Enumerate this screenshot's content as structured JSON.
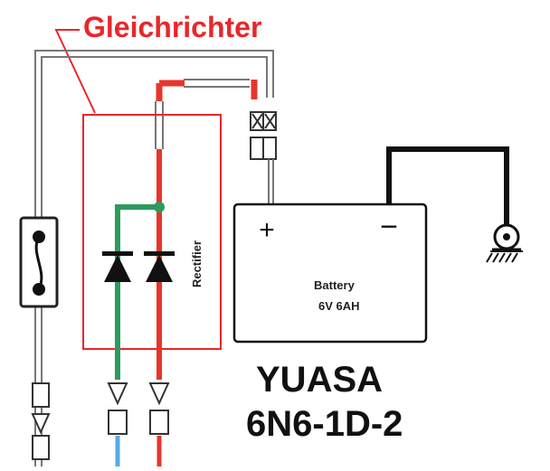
{
  "labels": {
    "annotation": "Gleichrichter",
    "rectifier": "Rectifier",
    "battery_line1": "Battery",
    "battery_line2": "6V 6AH",
    "plus": "+",
    "minus": "−",
    "brand": "YUASA",
    "model": "6N6-1D-2"
  },
  "colors": {
    "annotation": "#e8272a",
    "wire_red": "#e8352a",
    "wire_green": "#2e9b5f",
    "wire_blue": "#5aa8e6",
    "wire_black": "#111111",
    "wire_gray": "#8a8a8a"
  }
}
